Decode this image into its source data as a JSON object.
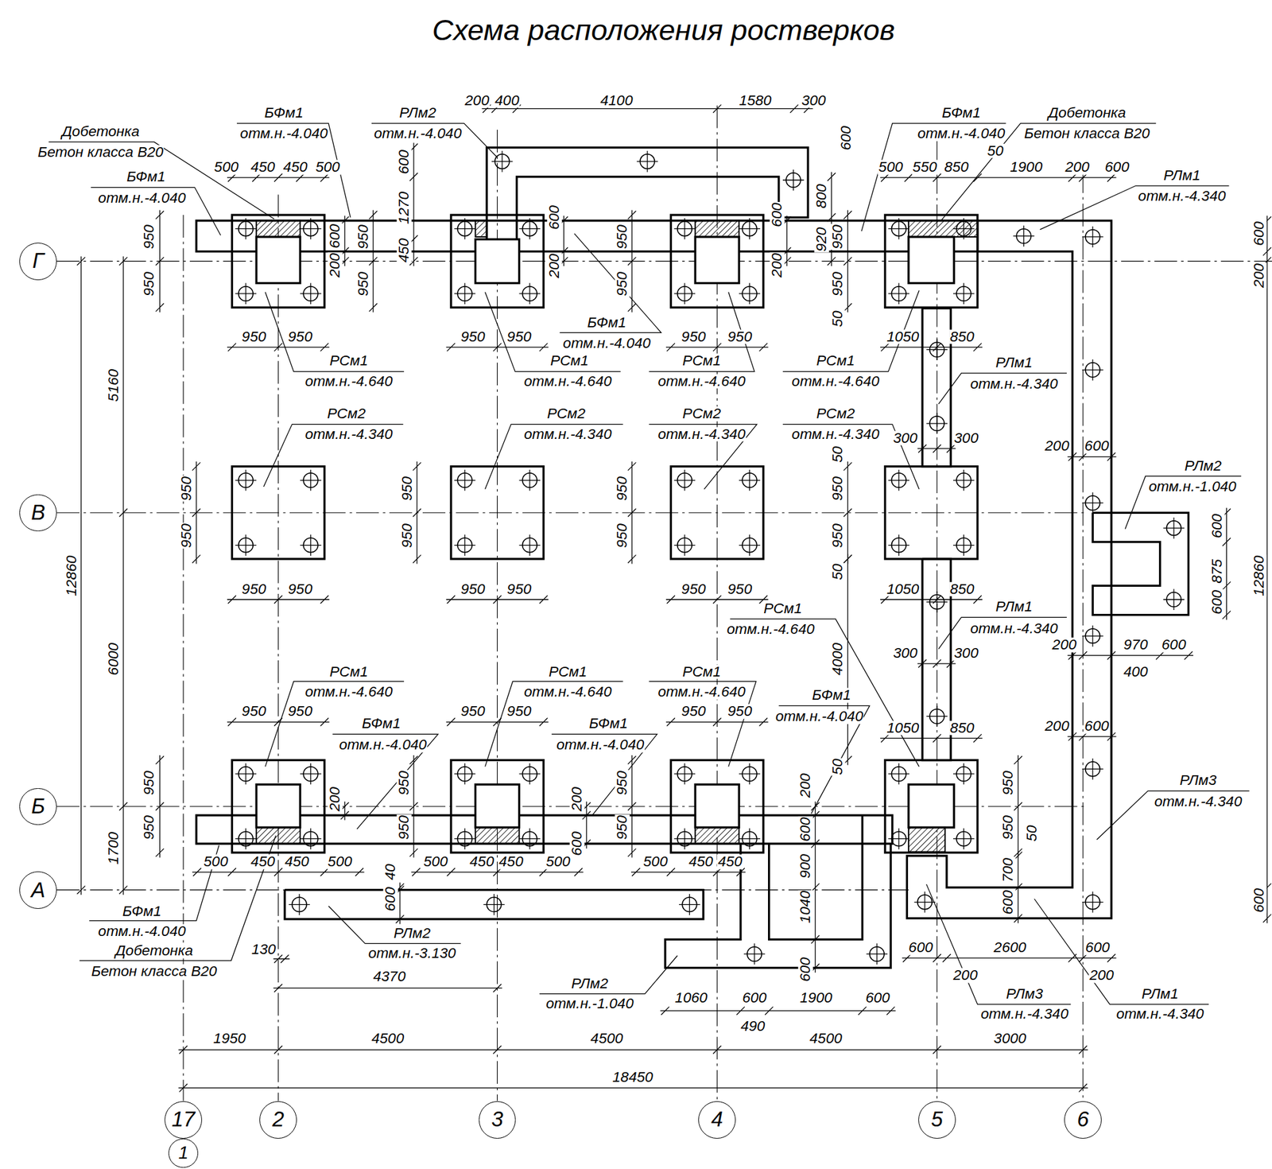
{
  "diagram": {
    "title": "Схема расположения ростверков",
    "nodes": [
      {
        "text": [
          "Г"
        ]
      },
      {
        "text": [
          "В"
        ]
      },
      {
        "text": [
          "Б"
        ]
      },
      {
        "text": [
          "А"
        ]
      },
      {
        "text": [
          "17"
        ]
      },
      {
        "text": [
          "2"
        ]
      },
      {
        "text": [
          "3"
        ]
      },
      {
        "text": [
          "4"
        ]
      },
      {
        "text": [
          "5"
        ]
      },
      {
        "text": [
          "6"
        ]
      },
      {
        "text": [
          "1"
        ]
      }
    ],
    "labels": [
      "Добетонка",
      "Бетон класса В20",
      "БФм1",
      "отм.н.-4.040",
      "БФм1",
      "отм.н.-4.040",
      "500",
      "450",
      "450",
      "500",
      "950",
      "950",
      "600",
      "200",
      "950",
      "950",
      "РСм1",
      "отм.н.-4.640",
      "РЛм2",
      "отм.н.-4.040",
      "200",
      "400",
      "4100",
      "1580",
      "300",
      "600",
      "800",
      "920",
      "600",
      "950",
      "950",
      "600",
      "1270",
      "450",
      "600",
      "200",
      "950",
      "950",
      "БФм1",
      "отм.н.-4.040",
      "РСм1",
      "отм.н.-4.640",
      "950",
      "950",
      "200",
      "950",
      "950",
      "РСм1",
      "отм.н.-4.640",
      "БФм1",
      "отм.н.-4.040",
      "Добетонка",
      "Бетон класса В20",
      "500",
      "550",
      "850",
      "50",
      "1900",
      "200",
      "600",
      "РЛм1",
      "отм.н.-4.340",
      "950",
      "950",
      "50",
      "1050",
      "850",
      "РСм1",
      "отм.н.-4.640",
      "РЛм1",
      "отм.н.-4.340",
      "600",
      "200",
      "РСм2",
      "отм.н.-4.340",
      "РСм2",
      "отм.н.-4.340",
      "РСм2",
      "отм.н.-4.340",
      "РСм2",
      "отм.н.-4.340",
      "950",
      "950",
      "950",
      "950",
      "950",
      "950",
      "950",
      "950",
      "50",
      "50",
      "950",
      "950",
      "950",
      "950",
      "950",
      "950",
      "1050",
      "850",
      "300",
      "300",
      "200",
      "600",
      "РЛм2",
      "отм.н.-1.040",
      "600",
      "875",
      "600",
      "РСм1",
      "отм.н.-4.640",
      "РЛм1",
      "отм.н.-4.340",
      "4000",
      "300",
      "300",
      "200",
      "970",
      "600",
      "400",
      "РСм1",
      "отм.н.-4.640",
      "РСм1",
      "отм.н.-4.640",
      "РСм1",
      "отм.н.-4.640",
      "БФм1",
      "отм.н.-4.040",
      "950",
      "950",
      "950",
      "950",
      "950",
      "950",
      "1050",
      "850",
      "200",
      "600",
      "БФм1",
      "отм.н.-4.040",
      "БФм1",
      "отм.н.-4.040",
      "РЛм3",
      "отм.н.-4.340",
      "950",
      "950",
      "200",
      "950",
      "950",
      "200",
      "600",
      "950",
      "950",
      "200",
      "600",
      "950",
      "950",
      "50",
      "50",
      "500",
      "450",
      "450",
      "500",
      "500",
      "450",
      "450",
      "500",
      "500",
      "450",
      "450",
      "40",
      "600",
      "РЛм2",
      "отм.н.-3.130",
      "130",
      "4370",
      "900",
      "1040",
      "600",
      "700",
      "600",
      "600",
      "БФм1",
      "отм.н.-4.040",
      "Добетонка",
      "Бетон класса В20",
      "РЛм2",
      "отм.н.-1.040",
      "1060",
      "600",
      "1900",
      "600",
      "490",
      "600",
      "2600",
      "600",
      "200",
      "200",
      "РЛм3",
      "отм.н.-4.340",
      "РЛм1",
      "отм.н.-4.340",
      "1950",
      "4500",
      "4500",
      "4500",
      "3000",
      "18450",
      "5160",
      "6000",
      "1700",
      "12860",
      "12860"
    ]
  }
}
